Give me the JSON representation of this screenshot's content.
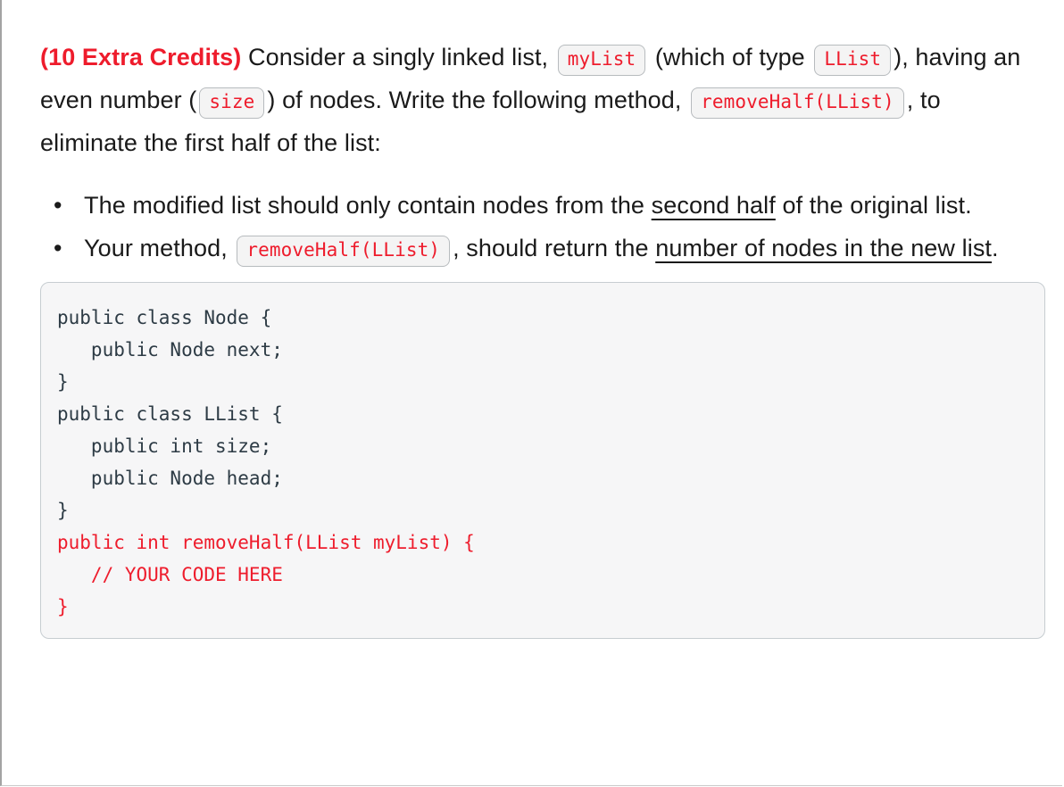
{
  "colors": {
    "accent_red": "#ee1c2c",
    "body_text": "#1a1a1a",
    "code_text": "#2d3b45",
    "chip_background": "#f4f4f4",
    "chip_border": "#b7bbbe",
    "codeblock_background": "#f6f6f7",
    "codeblock_border": "#c7cdd1",
    "page_left_border": "#a3a3a3"
  },
  "question": {
    "heading": "(10 Extra Credits)",
    "intro": {
      "seg1": " Consider a singly linked list, ",
      "chip_mylist": "myList",
      "seg2": " (which of type ",
      "chip_llist": "LList",
      "seg3": "), having an even number (",
      "chip_size": "size",
      "seg4": ") of nodes. Write the following method, ",
      "chip_removehalf": "removeHalf(LList)",
      "seg5": ", to eliminate the first half of the list:"
    },
    "bullets": {
      "b1_pre": "The modified list should only contain nodes from the ",
      "b1_underlined": "second half",
      "b1_post": " of the original list.",
      "b2_pre": "Your method, ",
      "b2_chip": "removeHalf(LList)",
      "b2_mid": ", should return the ",
      "b2_underlined": "number of nodes in the new list",
      "b2_post": "."
    },
    "code_block": {
      "lines": [
        {
          "text": "public class Node {",
          "red": false
        },
        {
          "text": "   public Node next;",
          "red": false
        },
        {
          "text": "}",
          "red": false
        },
        {
          "text": "public class LList {",
          "red": false
        },
        {
          "text": "   public int size;",
          "red": false
        },
        {
          "text": "   public Node head;",
          "red": false
        },
        {
          "text": "}",
          "red": false
        },
        {
          "text": "public int removeHalf(LList myList) {",
          "red": true
        },
        {
          "text": "   // YOUR CODE HERE",
          "red": true
        },
        {
          "text": "}",
          "red": true
        }
      ]
    }
  }
}
